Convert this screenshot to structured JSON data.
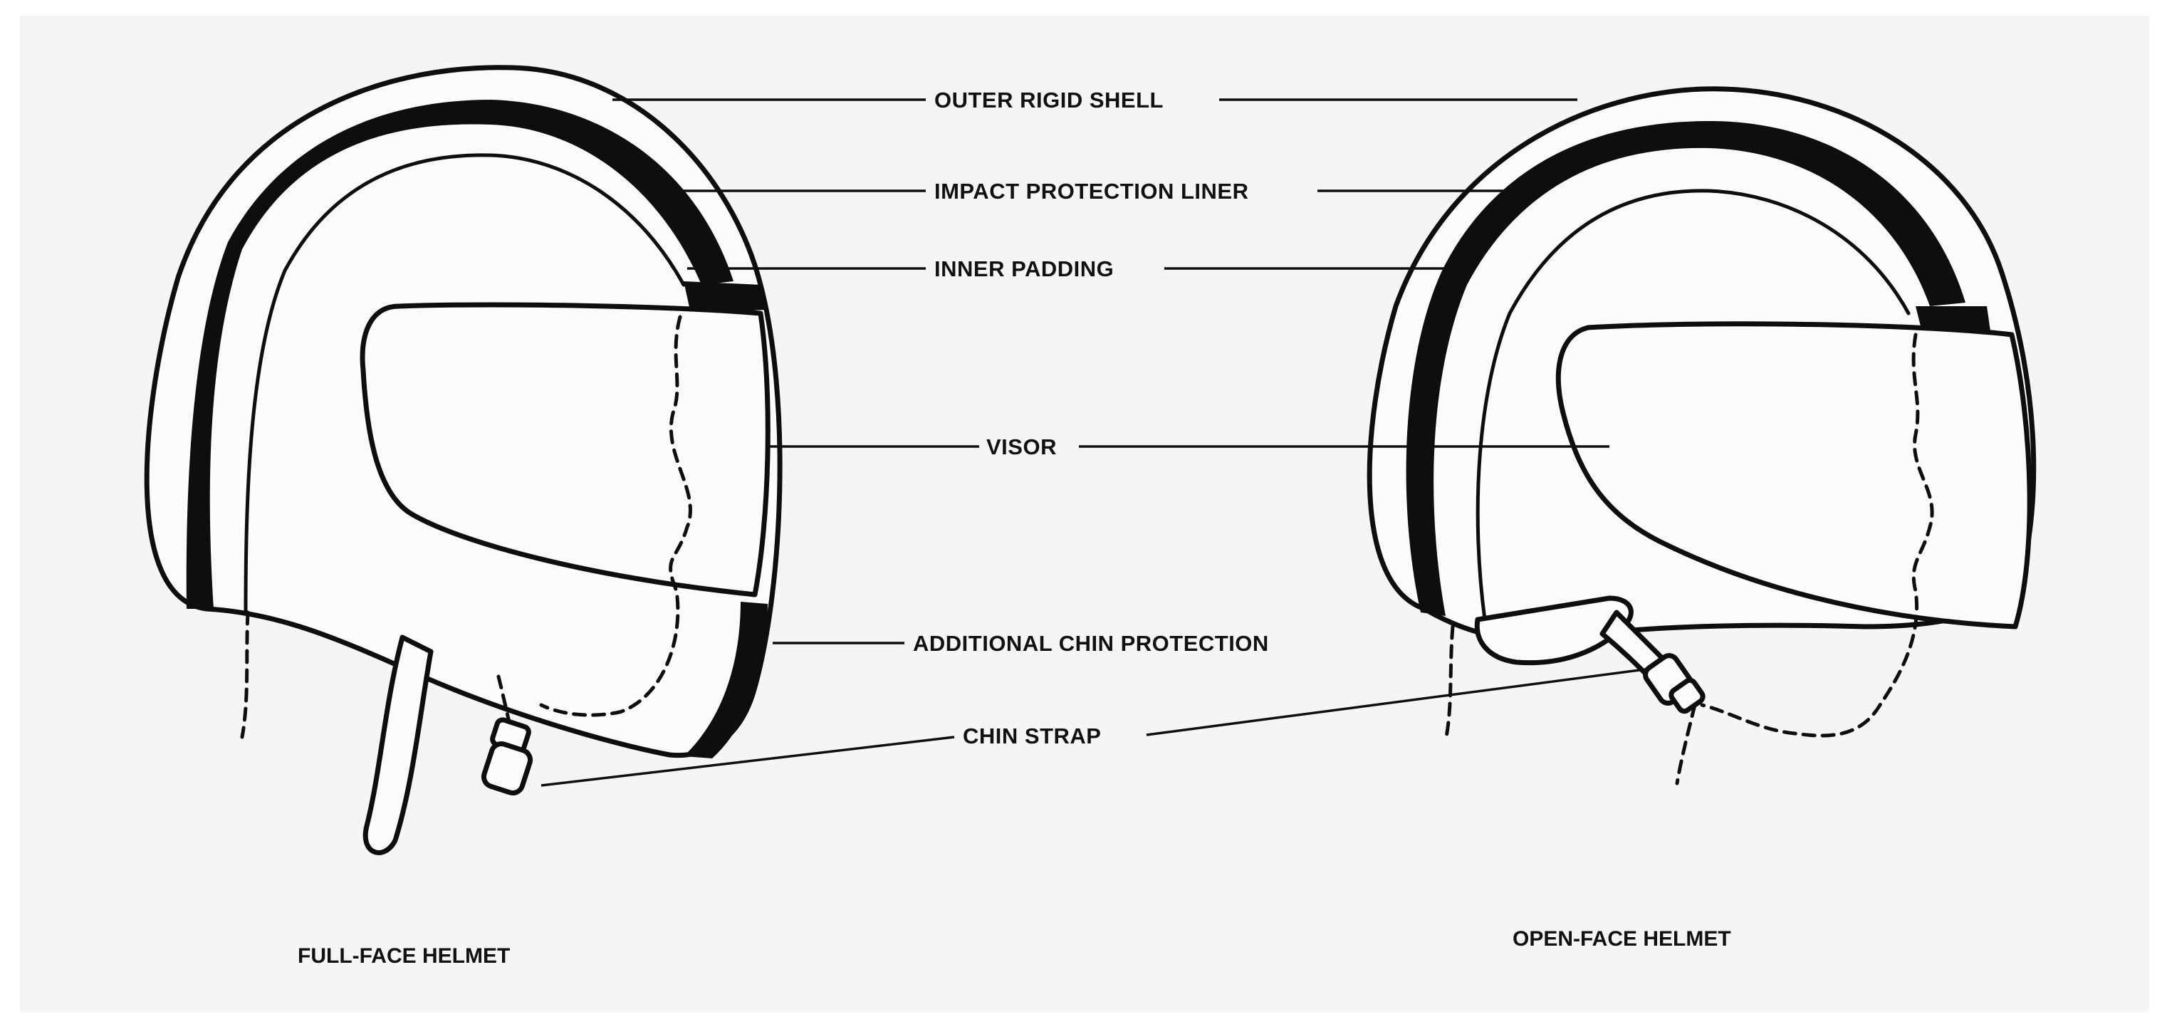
{
  "labels": {
    "outer_rigid_shell": "OUTER RIGID SHELL",
    "impact_protection_liner": "IMPACT PROTECTION LINER",
    "inner_padding": "INNER PADDING",
    "visor": "VISOR",
    "additional_chin_protection": "ADDITIONAL CHIN PROTECTION",
    "chin_strap": "CHIN STRAP"
  },
  "captions": {
    "full_face": "FULL-FACE HELMET",
    "open_face": "OPEN-FACE HELMET"
  },
  "colors": {
    "paper": "#f5f5f3",
    "ink": "#0e0e0e"
  }
}
